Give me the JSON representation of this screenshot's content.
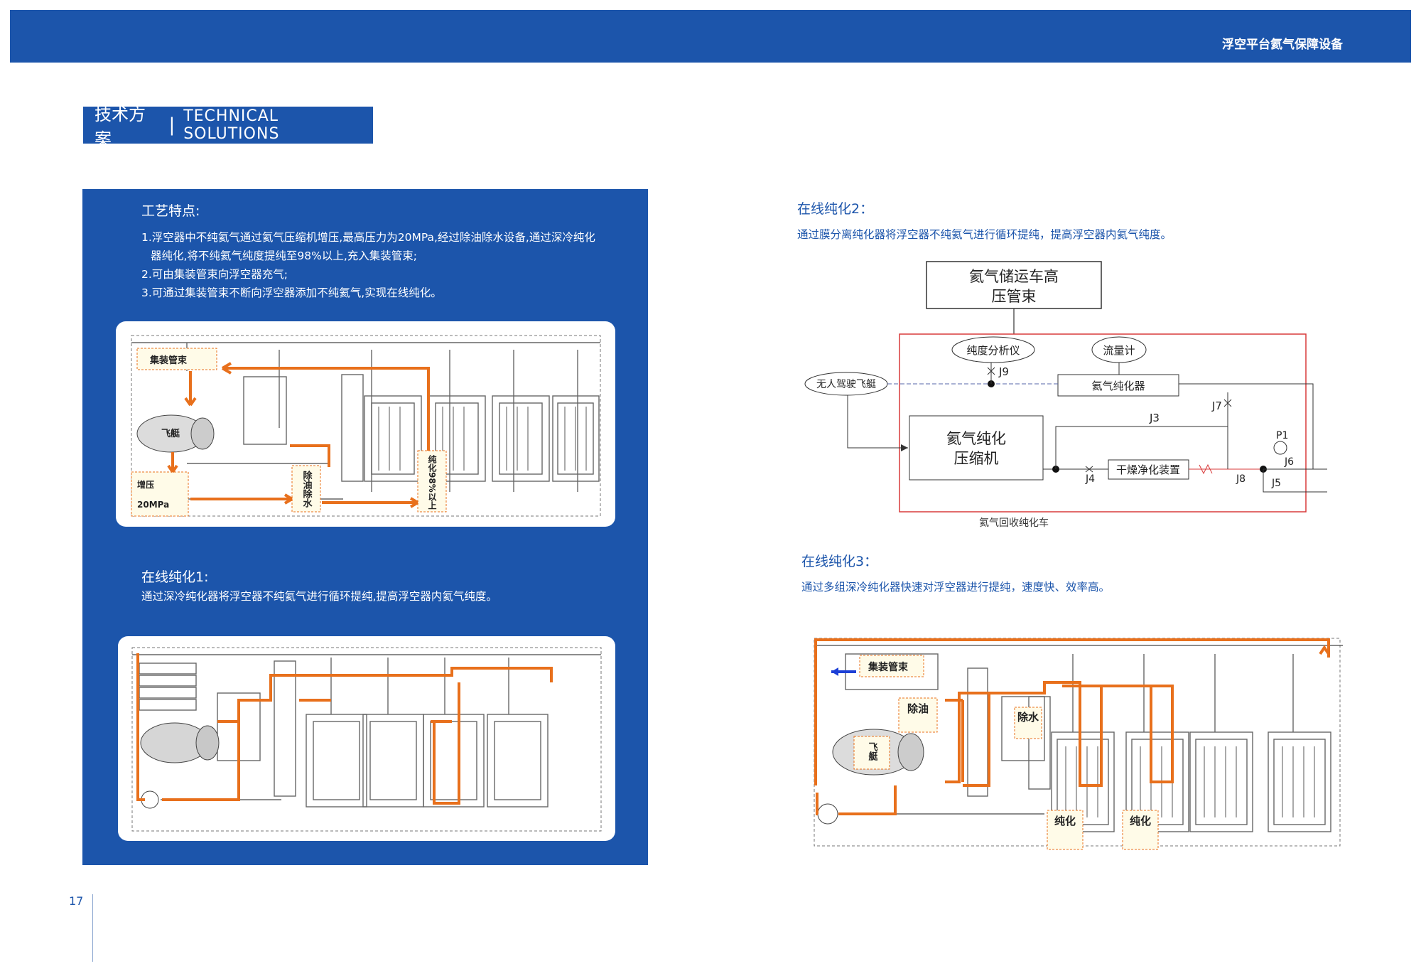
{
  "header": {
    "brand": "浮空平台氦气保障设备"
  },
  "section": {
    "title_cn": "技术方案",
    "separator": "|",
    "title_en": "TECHNICAL SOLUTIONS"
  },
  "process": {
    "heading": "工艺特点:",
    "points": [
      "1.浮空器中不纯氦气通过氦气压缩机增压,最高压力为20MPa,经过除油除水设备,通过深冷纯化",
      "器纯化,将不纯氦气纯度提纯至98%以上,充入集装管束;",
      "2.可由集装管束向浮空器充气;",
      "3.可通过集装管束不断向浮空器添加不纯氦气,实现在线纯化。"
    ]
  },
  "diagram1": {
    "tube_bundle": "集装管束",
    "airship": "飞艇",
    "boost": "增压",
    "pressure": "20MPa",
    "oil_water": "除油除水",
    "purity": "纯化98%以上"
  },
  "online1": {
    "heading": "在线纯化1:",
    "text": "通过深冷纯化器将浮空器不纯氦气进行循环提纯,提高浮空器内氦气纯度。"
  },
  "online2": {
    "heading": "在线纯化2：",
    "text": "通过膜分离纯化器将浮空器不纯氦气进行循环提纯，提高浮空器内氦气纯度。"
  },
  "flow": {
    "tank_line1": "氦气储运车高",
    "tank_line2": "压管束",
    "purity_analyzer": "纯度分析仪",
    "flowmeter": "流量计",
    "drone": "无人驾驶飞艇",
    "membrane": "氦气纯化器",
    "compressor_line1": "氦气纯化",
    "compressor_line2": "压缩机",
    "dryer": "干燥净化装置",
    "valves": [
      "J9",
      "J3",
      "J7",
      "J4",
      "J8",
      "J6",
      "J5",
      "P1"
    ],
    "vehicle": "氦气回收纯化车"
  },
  "online3": {
    "heading": "在线纯化3：",
    "text": "通过多组深冷纯化器快速对浮空器进行提纯，速度快、效率高。"
  },
  "diagram3": {
    "tube_bundle": "集装管束",
    "oil": "除油",
    "water": "除水",
    "airship": "飞艇",
    "purify": "纯化"
  },
  "footer": {
    "page_number": "17"
  },
  "colors": {
    "brand_blue": "#1c55ab",
    "flow_orange": "#e8701c",
    "frame_red": "#d83a3a"
  }
}
